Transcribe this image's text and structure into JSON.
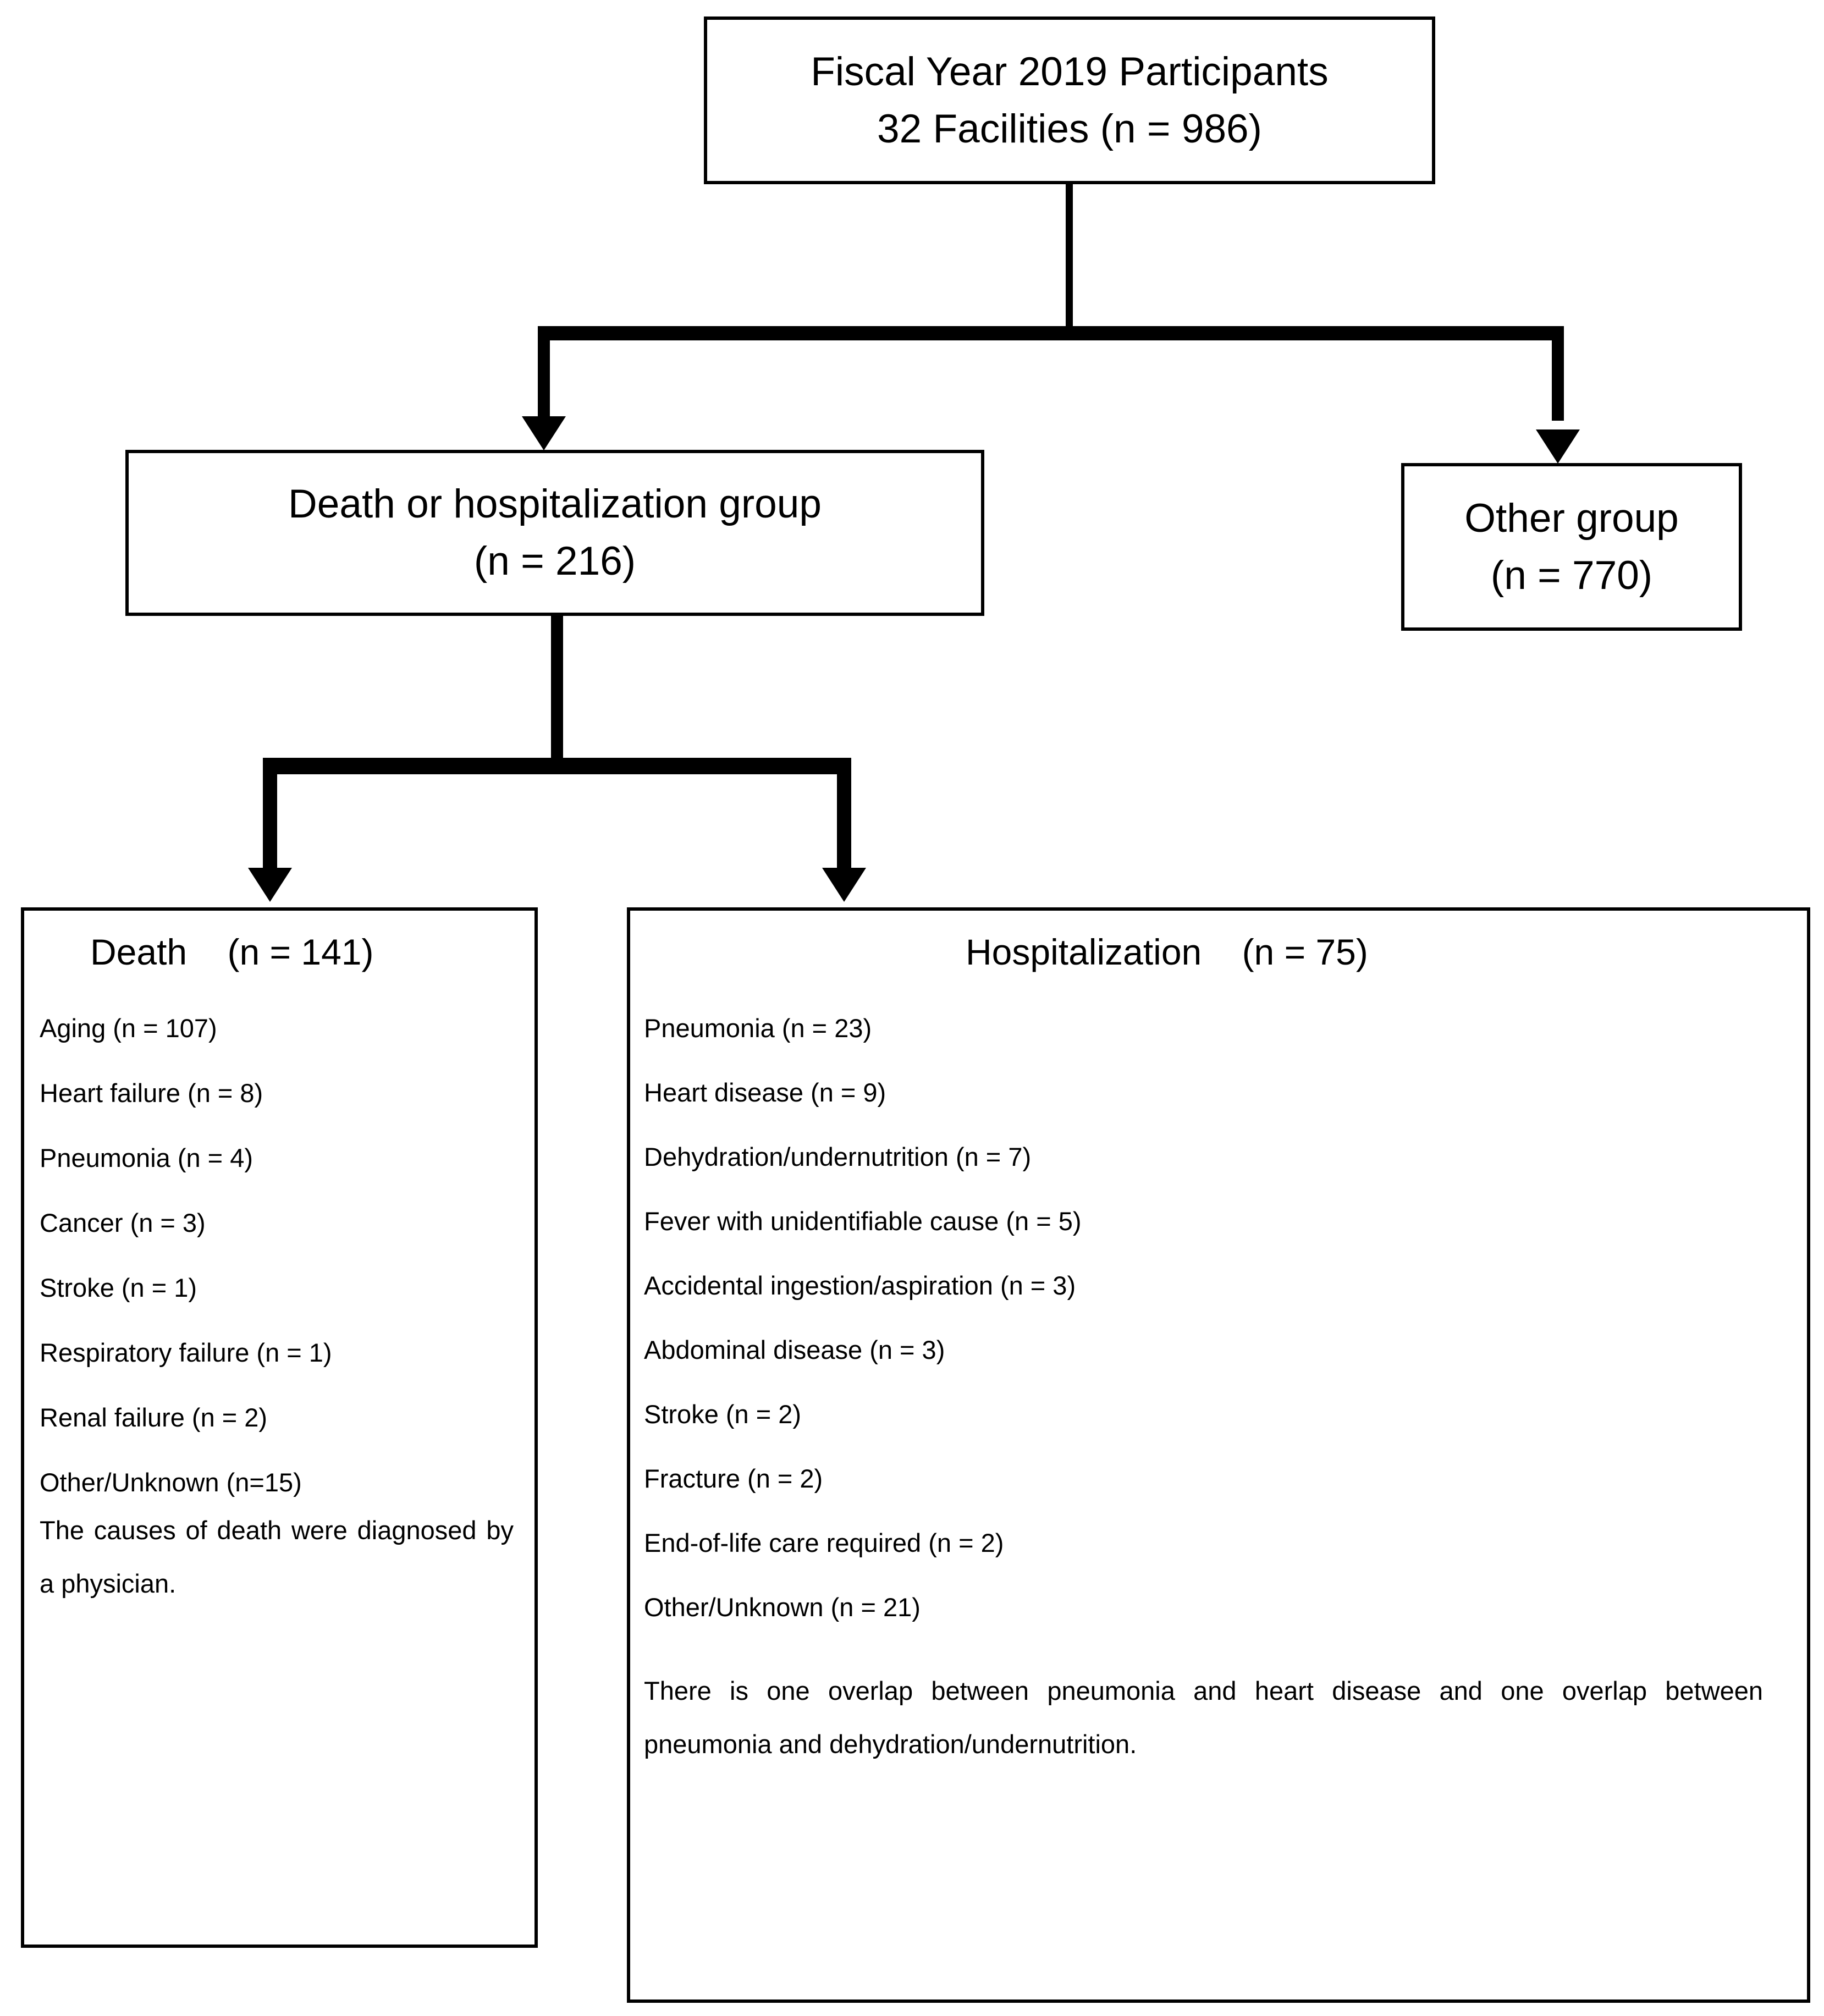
{
  "diagram": {
    "title": "Participant flow diagram",
    "colors": {
      "stroke": "#000000",
      "background": "#ffffff",
      "text": "#000000"
    }
  },
  "nodes": {
    "root": {
      "name": "fiscal-year-participants",
      "line1": "Fiscal Year 2019 Participants",
      "line2": "32 Facilities (n = 986)"
    },
    "death_or_hosp_group": {
      "name": "death-or-hospitalization-group",
      "line1": "Death or hospitalization group",
      "line2": "(n = 216)"
    },
    "other_group": {
      "name": "other-group",
      "line1": "Other group",
      "line2": "(n = 770)"
    },
    "death": {
      "name": "death-detail",
      "title": "Death    (n = 141)",
      "items": [
        "Aging (n = 107)",
        "Heart failure (n = 8)",
        "Pneumonia (n = 4)",
        "Cancer (n = 3)",
        "Stroke (n = 1)",
        "Respiratory failure (n = 1)",
        "Renal failure (n = 2)",
        "Other/Unknown (n=15)"
      ],
      "note": "The causes of death were diagnosed by a physician."
    },
    "hospitalization": {
      "name": "hospitalization-detail",
      "title": "Hospitalization    (n = 75)",
      "items": [
        "Pneumonia (n = 23)",
        "Heart disease (n = 9)",
        "Dehydration/undernutrition (n = 7)",
        "Fever with unidentifiable cause (n = 5)",
        "Accidental ingestion/aspiration (n = 3)",
        "Abdominal disease (n = 3)",
        "Stroke (n = 2)",
        "Fracture (n = 2)",
        "End-of-life care required (n = 2)",
        "Other/Unknown (n = 21)"
      ],
      "note": "There is one overlap between pneumonia and heart disease and one overlap between pneumonia and dehydration/undernutrition."
    }
  },
  "chart_data": {
    "type": "diagram",
    "title": "Fiscal Year 2019 Participants flow",
    "total_n": 986,
    "facilities": 32,
    "branches": [
      {
        "label": "Death or hospitalization group",
        "n": 216
      },
      {
        "label": "Other group",
        "n": 770
      }
    ],
    "death": {
      "n": 141,
      "causes": [
        {
          "label": "Aging",
          "n": 107
        },
        {
          "label": "Heart failure",
          "n": 8
        },
        {
          "label": "Pneumonia",
          "n": 4
        },
        {
          "label": "Cancer",
          "n": 3
        },
        {
          "label": "Stroke",
          "n": 1
        },
        {
          "label": "Respiratory failure",
          "n": 1
        },
        {
          "label": "Renal failure",
          "n": 2
        },
        {
          "label": "Other/Unknown",
          "n": 15
        }
      ]
    },
    "hospitalization": {
      "n": 75,
      "causes": [
        {
          "label": "Pneumonia",
          "n": 23
        },
        {
          "label": "Heart disease",
          "n": 9
        },
        {
          "label": "Dehydration/undernutrition",
          "n": 7
        },
        {
          "label": "Fever with unidentifiable cause",
          "n": 5
        },
        {
          "label": "Accidental ingestion/aspiration",
          "n": 3
        },
        {
          "label": "Abdominal disease",
          "n": 3
        },
        {
          "label": "Stroke",
          "n": 2
        },
        {
          "label": "Fracture",
          "n": 2
        },
        {
          "label": "End-of-life care required",
          "n": 2
        },
        {
          "label": "Other/Unknown",
          "n": 21
        }
      ]
    }
  }
}
